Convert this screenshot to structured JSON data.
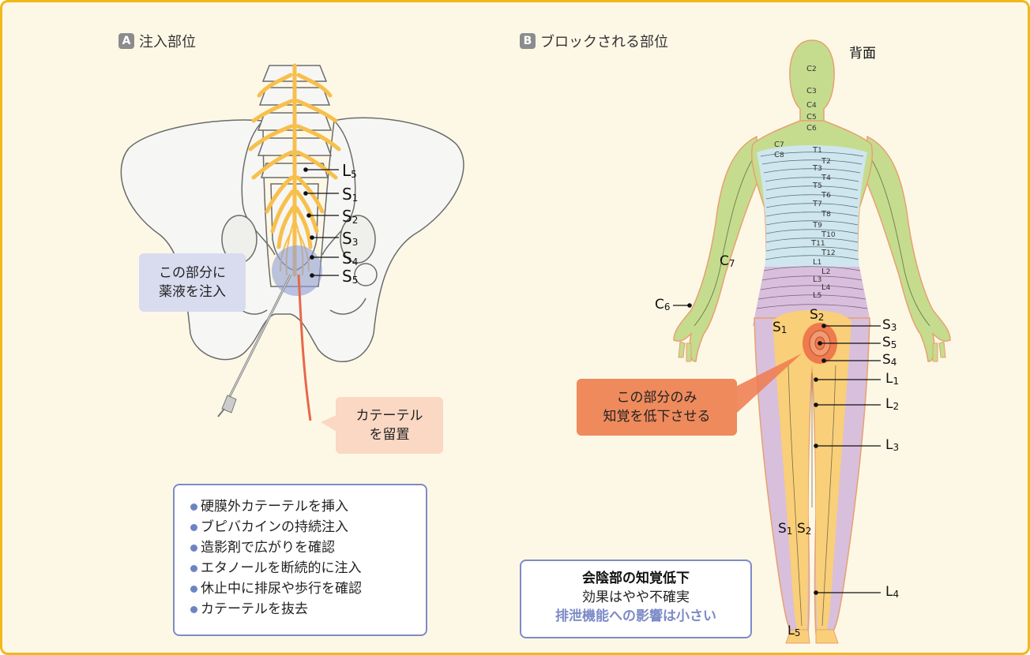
{
  "panelA": {
    "badge": "A",
    "title": "注入部位",
    "nerve_labels": [
      {
        "main": "L",
        "sub": "5"
      },
      {
        "main": "S",
        "sub": "1"
      },
      {
        "main": "S",
        "sub": "2"
      },
      {
        "main": "S",
        "sub": "3"
      },
      {
        "main": "S",
        "sub": "4"
      },
      {
        "main": "S",
        "sub": "5"
      }
    ],
    "injection_callout": [
      "この部分に",
      "薬液を注入"
    ],
    "catheter_callout": [
      "カテーテル",
      "を留置"
    ],
    "steps": [
      "硬膜外カテーテルを挿入",
      "ブピバカインの持続注入",
      "造影剤で広がりを確認",
      "エタノールを断続的に注入",
      "休止中に排尿や歩行を確認",
      "カテーテルを抜去"
    ]
  },
  "panelB": {
    "badge": "B",
    "title": "ブロックされる部位",
    "view_label": "背面",
    "dermatome_labels": {
      "c2": {
        "main": "C",
        "sub": "2"
      },
      "c3": {
        "main": "C",
        "sub": "3"
      },
      "c4": {
        "main": "C",
        "sub": "4"
      },
      "c5": {
        "main": "C",
        "sub": "5"
      },
      "c6": {
        "main": "C",
        "sub": "6"
      },
      "c7": {
        "main": "C",
        "sub": "7"
      },
      "c8": {
        "main": "C",
        "sub": "8"
      },
      "t1": {
        "main": "T",
        "sub": "1"
      },
      "t2": {
        "main": "T",
        "sub": "2"
      },
      "t3": {
        "main": "T",
        "sub": "3"
      },
      "t4": {
        "main": "T",
        "sub": "4"
      },
      "t5": {
        "main": "T",
        "sub": "5"
      },
      "t6": {
        "main": "T",
        "sub": "6"
      },
      "t7": {
        "main": "T",
        "sub": "7"
      },
      "t8": {
        "main": "T",
        "sub": "8"
      },
      "t9": {
        "main": "T",
        "sub": "9"
      },
      "t10": {
        "main": "T",
        "sub": "10"
      },
      "t11": {
        "main": "T",
        "sub": "11"
      },
      "t12": {
        "main": "T",
        "sub": "12"
      },
      "l1": {
        "main": "L",
        "sub": "1"
      },
      "l2": {
        "main": "L",
        "sub": "2"
      },
      "l3": {
        "main": "L",
        "sub": "3"
      },
      "l4": {
        "main": "L",
        "sub": "4"
      },
      "l5": {
        "main": "L",
        "sub": "5"
      },
      "arm_c7": {
        "main": "C",
        "sub": "7"
      },
      "hand_c6": {
        "main": "C",
        "sub": "6"
      },
      "s1_top": {
        "main": "S",
        "sub": "1"
      },
      "s2_top": {
        "main": "S",
        "sub": "2"
      },
      "s3": {
        "main": "S",
        "sub": "3"
      },
      "s5": {
        "main": "S",
        "sub": "5"
      },
      "s4": {
        "main": "S",
        "sub": "4"
      },
      "L1_right": {
        "main": "L",
        "sub": "1"
      },
      "L2_right": {
        "main": "L",
        "sub": "2"
      },
      "L3_right": {
        "main": "L",
        "sub": "3"
      },
      "L4_right": {
        "main": "L",
        "sub": "4"
      },
      "s1_leg": {
        "main": "S",
        "sub": "1"
      },
      "s2_leg": {
        "main": "S",
        "sub": "2"
      },
      "l5_foot": {
        "main": "L",
        "sub": "5"
      }
    },
    "block_callout": [
      "この部分のみ",
      "知覚を低下させる"
    ],
    "summary": {
      "line1": "会陰部の知覚低下",
      "line2": "効果はやや不確実",
      "line3": "排泄機能への影響は小さい"
    }
  },
  "colors": {
    "frame": "#f2b81a",
    "background": "#fdf8e6",
    "nerve": "#f7bf4c",
    "catheter": "#e8674a",
    "cervical": "#c5dc8e",
    "thoracic": "#cfe6ee",
    "lumbar": "#d8bfdc",
    "sacral": "#f9cf79",
    "perineum": "#ee7a4e",
    "accent_blue": "#7d8bc7"
  }
}
